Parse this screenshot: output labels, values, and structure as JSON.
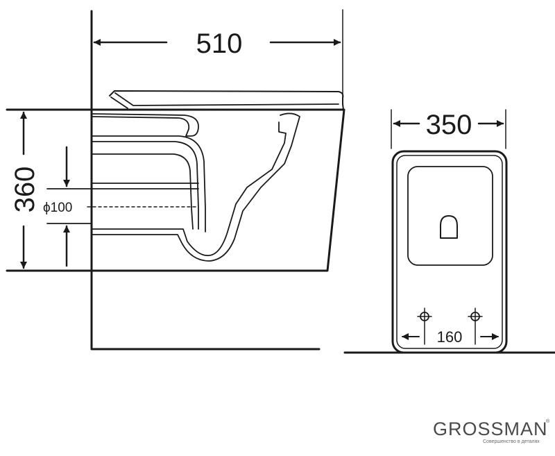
{
  "dimensions": {
    "width_side": "510",
    "height_side": "360",
    "pipe_diameter": "ϕ100",
    "width_front": "350",
    "mount_spacing": "160"
  },
  "brand": {
    "name": "GROSSMAN",
    "tagline": "Совершенство в деталях",
    "registered_mark": "®"
  },
  "colors": {
    "line": "#1a1a1a",
    "background": "#ffffff",
    "brand": "#4a4a4a"
  }
}
